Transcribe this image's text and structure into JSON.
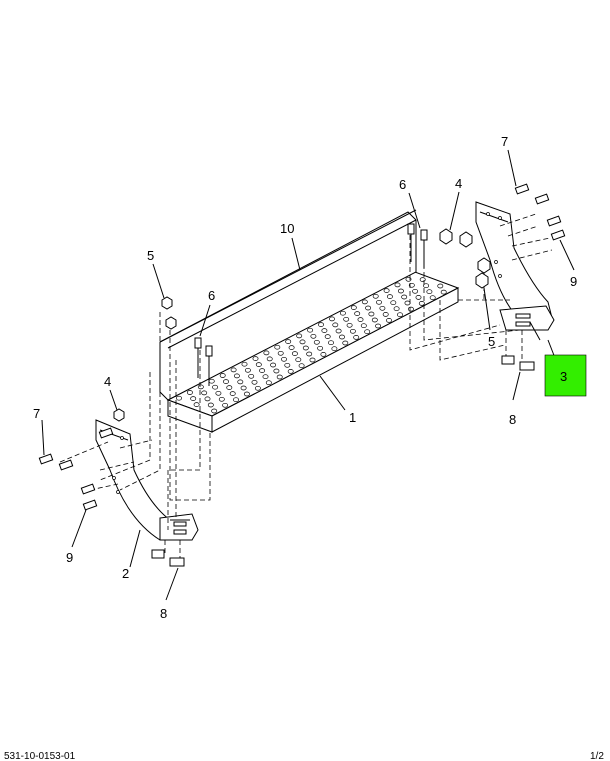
{
  "callouts": [
    {
      "id": "c1",
      "label": "1"
    },
    {
      "id": "c2",
      "label": "2"
    },
    {
      "id": "c3",
      "label": "3"
    },
    {
      "id": "c4a",
      "label": "4"
    },
    {
      "id": "c4b",
      "label": "4"
    },
    {
      "id": "c5a",
      "label": "5"
    },
    {
      "id": "c5b",
      "label": "5"
    },
    {
      "id": "c6a",
      "label": "6"
    },
    {
      "id": "c6b",
      "label": "6"
    },
    {
      "id": "c7a",
      "label": "7"
    },
    {
      "id": "c7b",
      "label": "7"
    },
    {
      "id": "c8a",
      "label": "8"
    },
    {
      "id": "c8b",
      "label": "8"
    },
    {
      "id": "c9a",
      "label": "9"
    },
    {
      "id": "c9b",
      "label": "9"
    },
    {
      "id": "c10",
      "label": "10"
    }
  ],
  "highlight": {
    "label": "3",
    "color": "#33ee00"
  },
  "footer": {
    "left": "531-10-0153-01",
    "right": "1/2"
  }
}
